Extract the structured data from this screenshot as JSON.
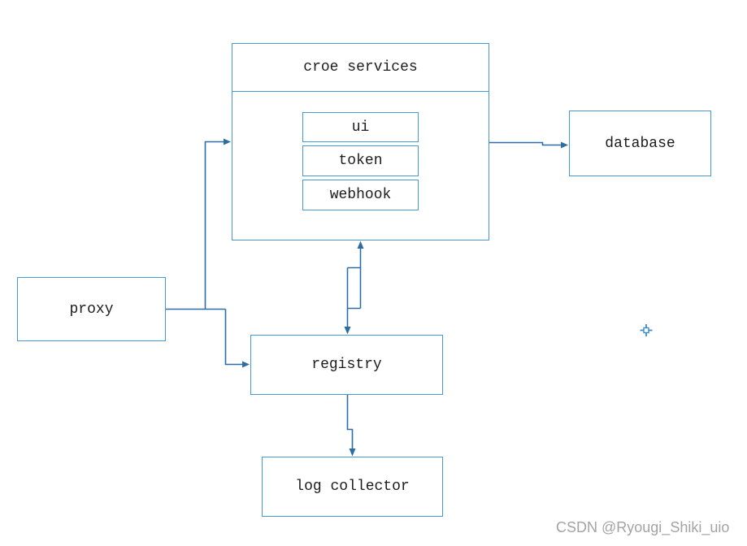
{
  "nodes": {
    "croe_services": "croe services",
    "ui": "ui",
    "token": "token",
    "webhook": "webhook",
    "database": "database",
    "proxy": "proxy",
    "registry": "registry",
    "log_collector": "log collector"
  },
  "watermark": "CSDN @Ryougi_Shiki_uio",
  "colors": {
    "box_border": "#459ad5",
    "connector": "#2d6da4",
    "text": "#1c1c1c",
    "watermark": "#a3a3a3",
    "crosshair": "#3c8bd0"
  }
}
